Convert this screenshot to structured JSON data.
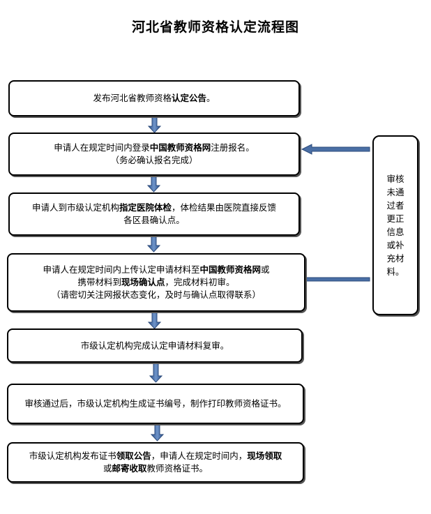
{
  "title": "河北省教师资格认定流程图",
  "steps": [
    {
      "lines": [
        [
          {
            "t": "发布河北省教师资格"
          },
          {
            "t": "认定公告",
            "b": true
          },
          {
            "t": "。"
          }
        ]
      ]
    },
    {
      "lines": [
        [
          {
            "t": "申请人在规定时间内登录"
          },
          {
            "t": "中国教师资格网",
            "b": true
          },
          {
            "t": "注册报名。"
          }
        ],
        [
          {
            "t": "（务必确认报名完成）"
          }
        ]
      ]
    },
    {
      "lines": [
        [
          {
            "t": "申请人到市级认定机构"
          },
          {
            "t": "指定医院体检",
            "b": true
          },
          {
            "t": "，体检结果由医院直接反馈"
          }
        ],
        [
          {
            "t": "各区县确认点。"
          }
        ]
      ]
    },
    {
      "lines": [
        [
          {
            "t": "申请人在规定时间内上传认定申请材料至"
          },
          {
            "t": "中国教师资格网",
            "b": true
          },
          {
            "t": "或"
          }
        ],
        [
          {
            "t": "携带材料到"
          },
          {
            "t": "现场确认点",
            "b": true
          },
          {
            "t": "，完成材料初审。"
          }
        ],
        [
          {
            "t": "（请密切关注网报状态变化，及时与确认点取得联系）"
          }
        ]
      ]
    },
    {
      "lines": [
        [
          {
            "t": "市级认定机构完成认定申请材料复审。"
          }
        ]
      ]
    },
    {
      "lines": [
        [
          {
            "t": "审核通过后，市级认定机构生成证书编号，制作打印教师资格证书。"
          }
        ]
      ]
    },
    {
      "lines": [
        [
          {
            "t": "市级认定机构发布证书"
          },
          {
            "t": "领取公告",
            "b": true
          },
          {
            "t": "，申请人在规定时间内，"
          },
          {
            "t": "现场领取",
            "b": true
          }
        ],
        [
          {
            "t": "或"
          },
          {
            "t": "邮寄收取",
            "b": true
          },
          {
            "t": "教师资格证书。"
          }
        ]
      ]
    }
  ],
  "side_box": {
    "text": "审核未通过者更正信息或补充材料。"
  },
  "colors": {
    "arrow": "#4a6fa5",
    "arrow_stroke": "#2b4a7a",
    "border": "#000000"
  }
}
